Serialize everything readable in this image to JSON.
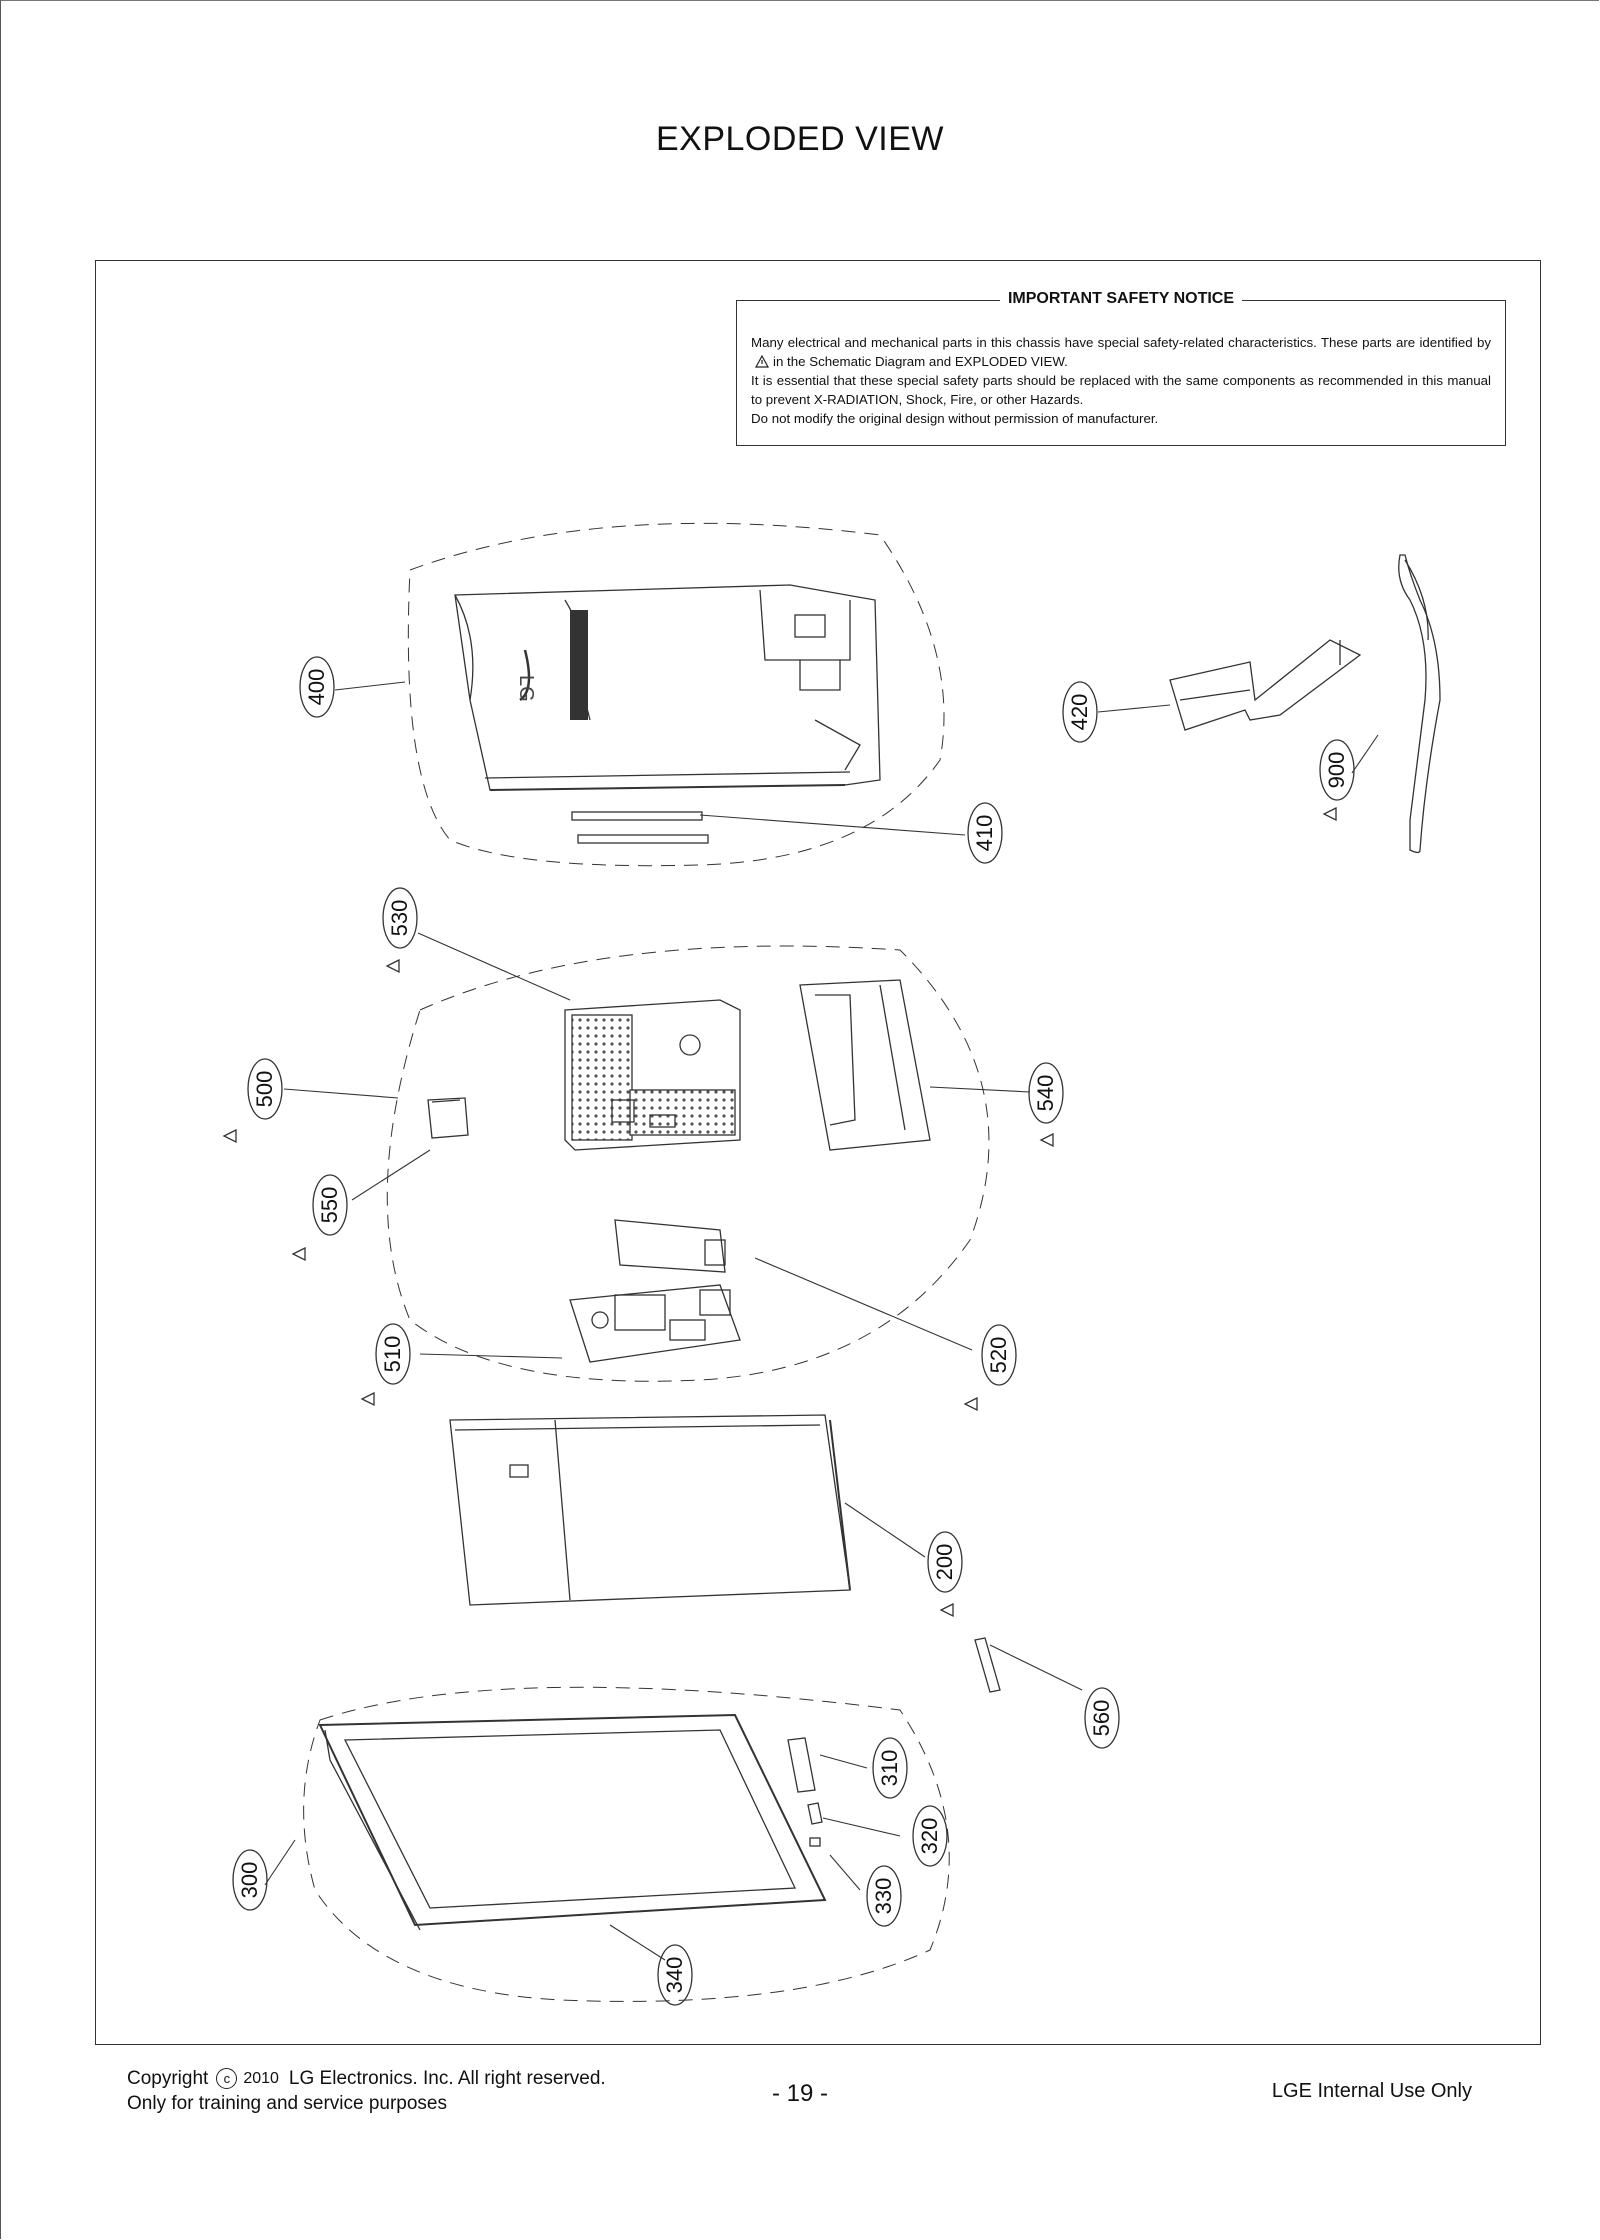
{
  "page": {
    "title": "EXPLODED VIEW"
  },
  "safety_notice": {
    "title": "IMPORTANT SAFETY NOTICE",
    "line1_before": "Many electrical and mechanical parts in this chassis have special safety-related characteristics. These parts are identified by",
    "line1_after": "in the Schematic Diagram and EXPLODED VIEW.",
    "line2": "It is essential that these special safety parts should be replaced with the same components as recommended in this manual to prevent X-RADIATION, Shock, Fire, or other Hazards.",
    "line3": "Do not modify the original design without permission of manufacturer."
  },
  "parts": [
    {
      "number": "400",
      "safety": false
    },
    {
      "number": "410",
      "safety": false
    },
    {
      "number": "420",
      "safety": false
    },
    {
      "number": "900",
      "safety": true
    },
    {
      "number": "530",
      "safety": true
    },
    {
      "number": "500",
      "safety": true
    },
    {
      "number": "540",
      "safety": true
    },
    {
      "number": "550",
      "safety": true
    },
    {
      "number": "510",
      "safety": true
    },
    {
      "number": "520",
      "safety": true
    },
    {
      "number": "200",
      "safety": true
    },
    {
      "number": "560",
      "safety": false
    },
    {
      "number": "310",
      "safety": false
    },
    {
      "number": "320",
      "safety": false
    },
    {
      "number": "330",
      "safety": false
    },
    {
      "number": "300",
      "safety": false
    },
    {
      "number": "340",
      "safety": false
    }
  ],
  "footer": {
    "copyright_label": "Copyright",
    "copyright_symbol": "c",
    "year": "2010",
    "company": "LG Electronics. Inc. All right reserved.",
    "purpose": "Only for training and service purposes",
    "page_number": "- 19 -",
    "internal": "LGE Internal Use Only"
  },
  "colors": {
    "line": "#333333",
    "background": "#ffffff"
  }
}
